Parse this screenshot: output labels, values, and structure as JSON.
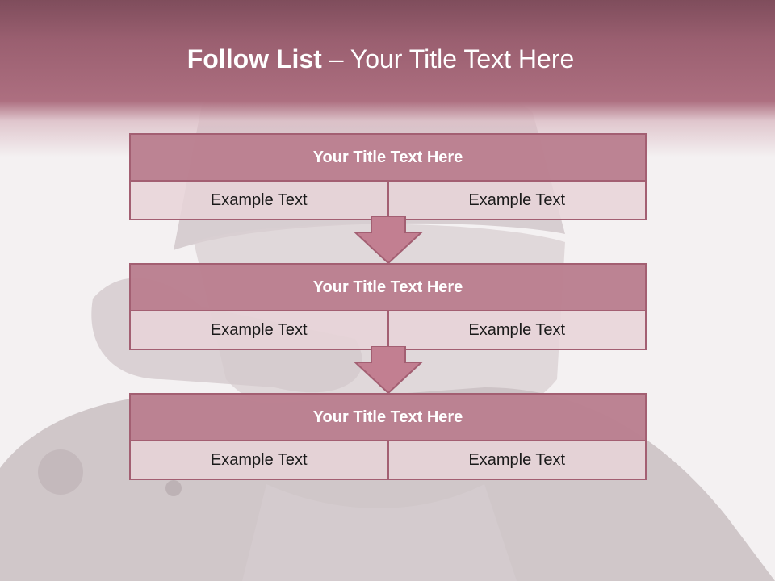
{
  "slide": {
    "title_bold": "Follow List",
    "title_rest": " – Your Title Text Here"
  },
  "steps": [
    {
      "title": "Your Title Text Here",
      "left_text": "Example Text",
      "right_text": "Example Text"
    },
    {
      "title": "Your Title Text Here",
      "left_text": "Example Text",
      "right_text": "Example Text"
    },
    {
      "title": "Your Title Text Here",
      "left_text": "Example Text",
      "right_text": "Example Text"
    }
  ],
  "colors": {
    "header_band": "#9a5f70",
    "block_header": "#b27082",
    "block_body": "#e8d4d8",
    "border": "#a35f72",
    "arrow_fill": "#c27f91"
  }
}
